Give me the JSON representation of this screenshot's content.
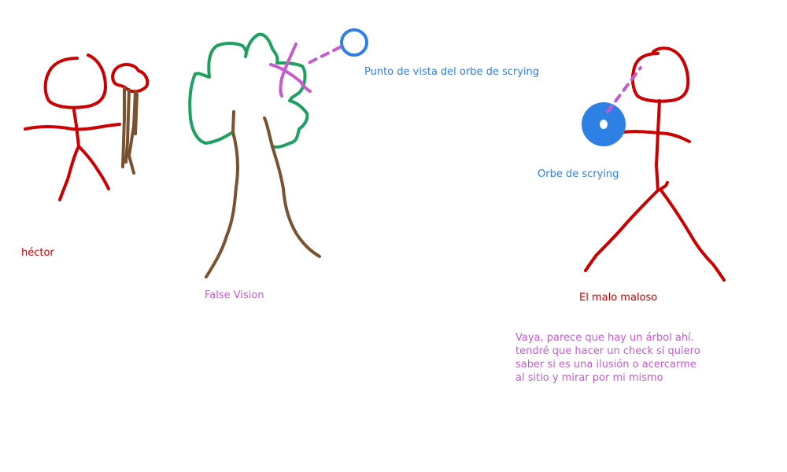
{
  "colors": {
    "red": "#cc0000",
    "green": "#1fa060",
    "brown": "#7a5230",
    "blue": "#2f80e4",
    "purple": "#c45cd0"
  },
  "labels": {
    "hector": "héctor",
    "false_vision": "False Vision",
    "orb_viewpoint": "Punto de vista del orbe de scrying",
    "orb": "Orbe de scrying",
    "villain": "El malo maloso"
  },
  "note": {
    "lines": [
      "Vaya, parece que hay un árbol ahí.",
      "tendré que hacer un check si quiero",
      "saber si es una ilusión o acercarme",
      "al sitio y mirar por mi mismo"
    ]
  }
}
